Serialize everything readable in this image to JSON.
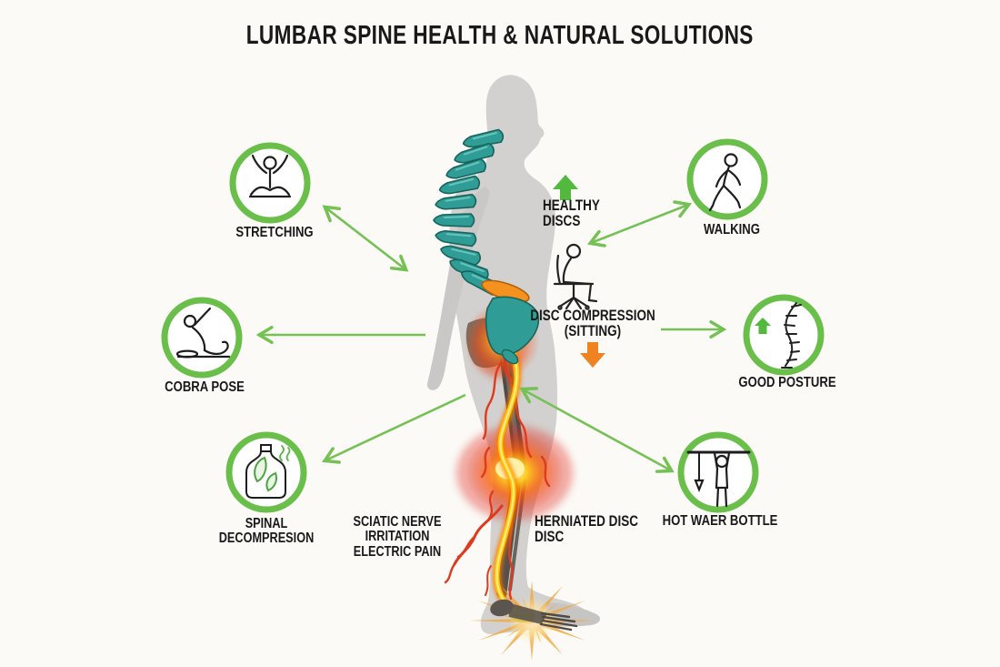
{
  "title": "LUMBAR SPINE HEALTH & NATURAL SOLUTIONS",
  "colors": {
    "ring_green": "#6abf4b",
    "arrow_green": "#76c155",
    "block_arrow_green": "#53b83e",
    "block_arrow_orange": "#ef8322",
    "disc_orange": "#f5921e",
    "spine_teal": "#2f9d95",
    "nerve_yellow": "#ffc800",
    "nerve_red": "#df3a1c",
    "silhouette_gray": "#d2d1cf",
    "text": "#191919",
    "background": "#fbfaf7"
  },
  "solutions": [
    {
      "id": "stretching",
      "label": "STRETCHING",
      "icon": "stretching-pose-icon"
    },
    {
      "id": "walking",
      "label": "WALKING",
      "icon": "walking-person-icon"
    },
    {
      "id": "cobra-pose",
      "label": "COBRA POSE",
      "icon": "cobra-pose-icon"
    },
    {
      "id": "good-posture",
      "label": "GOOD POSTURE",
      "icon": "spine-up-arrow-icon"
    },
    {
      "id": "spinal-decompression",
      "label": "SPINAL\nDECOMPRESION",
      "icon": "herbal-bottle-icon"
    },
    {
      "id": "hot-water-bottle",
      "label": "HOT WAER BOTTLE",
      "icon": "hanging-bar-icon"
    }
  ],
  "center": {
    "healthy": "HEALTHY\nDISCS",
    "healthy_icon": "up-arrow-icon",
    "compression": "DISC COMPRESSION\n(SITTING)",
    "compression_icon": "sitting-person-icon",
    "compression_arrow_icon": "down-arrow-icon",
    "sciatic": "SCIATIC NERVE\nIRRITATION\nELECTRIC PAIN",
    "herniated": "HERNIATED DISC\nDISC"
  }
}
